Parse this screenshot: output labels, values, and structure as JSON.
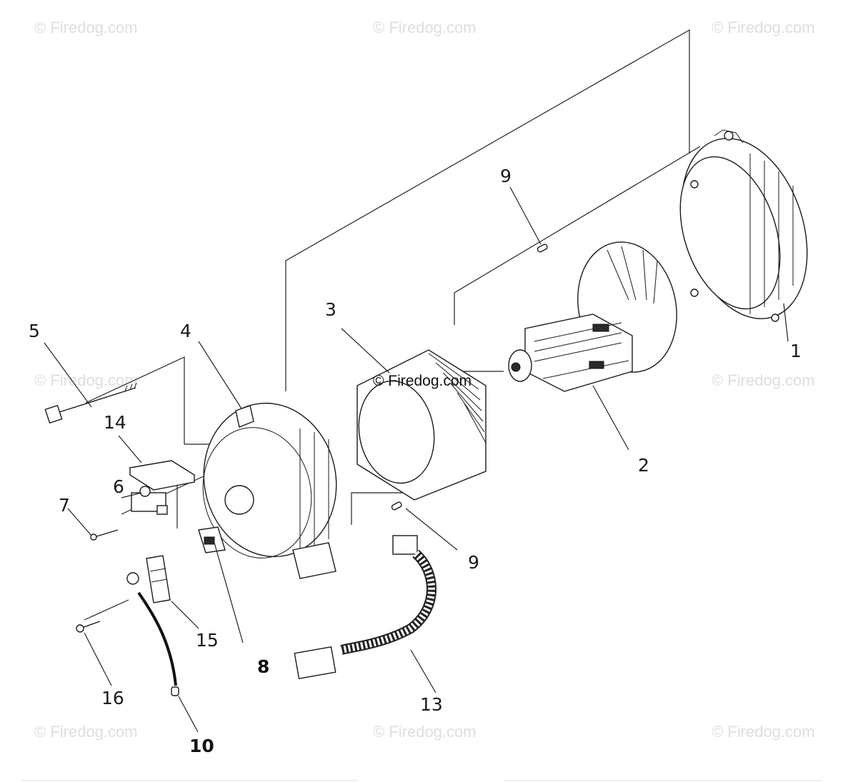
{
  "watermark": "© Firedog.com",
  "callouts": {
    "c1": "1",
    "c2": "2",
    "c3": "3",
    "c4": "4",
    "c5": "5",
    "c6": "6",
    "c7": "7",
    "c8": "8",
    "c9a": "9",
    "c9b": "9",
    "c10": "10",
    "c13": "13",
    "c14": "14",
    "c15": "15",
    "c16": "16"
  }
}
